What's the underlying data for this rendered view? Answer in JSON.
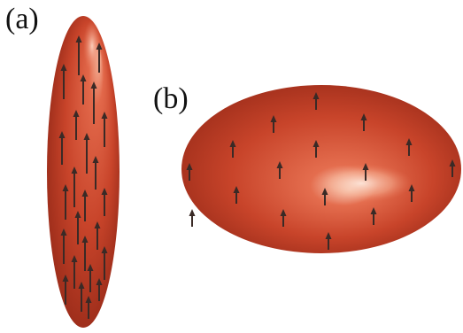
{
  "panels": [
    {
      "label": "(a)",
      "arrow_direction": "up",
      "arrow_count": 25
    },
    {
      "label": "(b)",
      "arrow_direction": "up",
      "arrow_count": 17
    }
  ],
  "colors": {
    "body_base": "#c8442a",
    "body_dark": "#9a2c1a",
    "highlight": "#f7c2a8",
    "arrow": "#3a2a26",
    "background": "#ffffff"
  }
}
